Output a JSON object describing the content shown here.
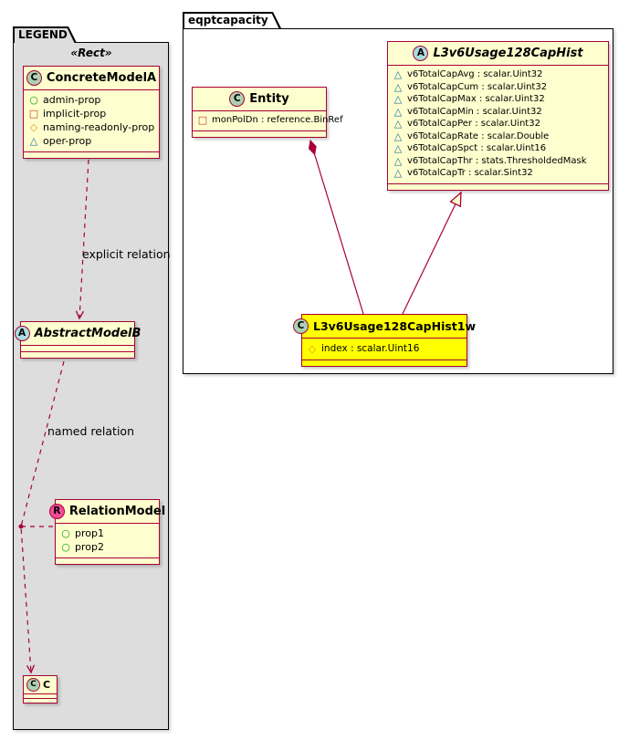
{
  "colors": {
    "class_background": "#FEFECE",
    "class_border": "#A80036",
    "highlight_background": "#FFFF00",
    "legend_background": "#DDDDDD",
    "package_border": "#000000",
    "spot_class": "#ADD1B2",
    "spot_abstract": "#A9DCDF",
    "spot_relation": "#F24D96",
    "icon_circle": "#12A012",
    "icon_square": "#C0392B",
    "icon_diamond": "#DA9D17",
    "icon_triangle": "#1F6E9E"
  },
  "legend": {
    "title": "LEGEND",
    "stereotype": "«Rect»",
    "concrete": {
      "spot": "C",
      "name": "ConcreteModelA",
      "fields": [
        {
          "icon": "circle",
          "label": "admin-prop"
        },
        {
          "icon": "square",
          "label": "implicit-prop"
        },
        {
          "icon": "diamond",
          "label": "naming-readonly-prop"
        },
        {
          "icon": "triangle",
          "label": "oper-prop"
        }
      ]
    },
    "abstract": {
      "spot": "A",
      "name": "AbstractModelB"
    },
    "relation_model": {
      "spot": "R",
      "name": "RelationModel",
      "fields": [
        {
          "icon": "circle",
          "label": "prop1"
        },
        {
          "icon": "circle",
          "label": "prop2"
        }
      ]
    },
    "c_class": {
      "spot": "C",
      "name": "C"
    },
    "relations": {
      "explicit": "explicit relation",
      "named": "named relation"
    }
  },
  "eqptcapacity": {
    "title": "eqptcapacity",
    "entity": {
      "spot": "C",
      "name": "Entity",
      "fields": [
        {
          "icon": "square",
          "label": "monPolDn : reference.BinRef"
        }
      ]
    },
    "cap_hist": {
      "spot": "A",
      "name": "L3v6Usage128CapHist",
      "fields": [
        {
          "icon": "triangle",
          "label": "v6TotalCapAvg : scalar.Uint32"
        },
        {
          "icon": "triangle",
          "label": "v6TotalCapCum : scalar.Uint32"
        },
        {
          "icon": "triangle",
          "label": "v6TotalCapMax : scalar.Uint32"
        },
        {
          "icon": "triangle",
          "label": "v6TotalCapMin : scalar.Uint32"
        },
        {
          "icon": "triangle",
          "label": "v6TotalCapPer : scalar.Uint32"
        },
        {
          "icon": "triangle",
          "label": "v6TotalCapRate : scalar.Double"
        },
        {
          "icon": "triangle",
          "label": "v6TotalCapSpct : scalar.Uint16"
        },
        {
          "icon": "triangle",
          "label": "v6TotalCapThr : stats.ThresholdedMask"
        },
        {
          "icon": "triangle",
          "label": "v6TotalCapTr : scalar.Sint32"
        }
      ]
    },
    "cap_hist_1w": {
      "spot": "C",
      "name": "L3v6Usage128CapHist1w",
      "fields": [
        {
          "icon": "diamond",
          "label": "index : scalar.Uint16"
        }
      ]
    }
  }
}
